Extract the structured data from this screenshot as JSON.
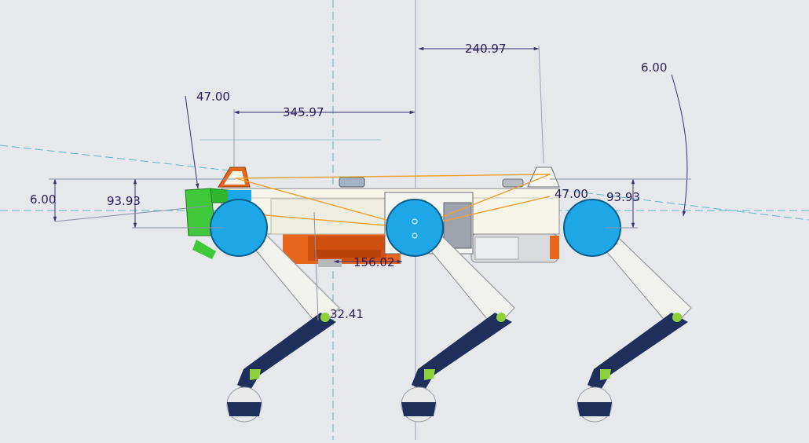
{
  "colors": {
    "background": "#e6e8ec",
    "dimension_text": "#2a1a55",
    "dimension_line": "#3a2f6e",
    "construction_line": "#5fb7c9",
    "body_shell": "#f7f5ea",
    "actuator_blue": "#1ea7e6",
    "accent_green": "#3fc83a",
    "battery_orange": "#e8661b",
    "leg_white": "#f1f1ee",
    "leg_navy": "#1e2f5c",
    "guide_orange": "#f0a030"
  },
  "dimensions": {
    "top_span": "240.97",
    "body_span": "345.97",
    "left_angle_top": "47.00",
    "right_angle_top": "6.00",
    "left_angle_side": "6.00",
    "left_height": "93.93",
    "right_height": "93.93",
    "right_angle_mid": "47.00",
    "lower_span": "156.02",
    "knee_offset": "32.41"
  }
}
